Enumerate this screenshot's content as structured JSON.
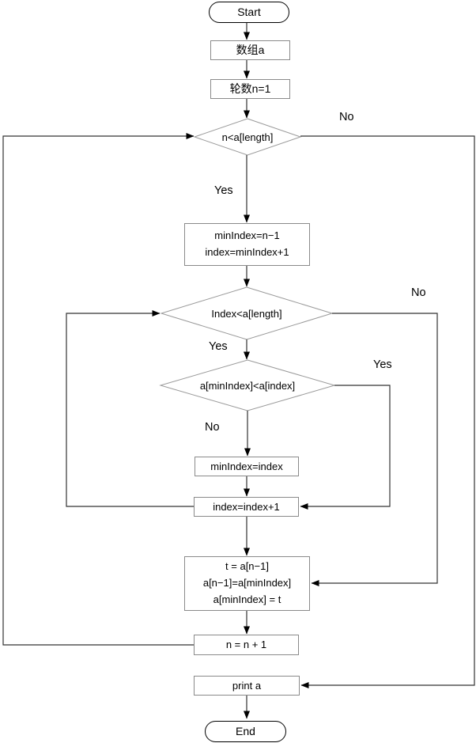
{
  "diagram": {
    "nodes": {
      "start": {
        "label": "Start"
      },
      "array_input": {
        "label": "数组a"
      },
      "round_init": {
        "label": "轮数n=1"
      },
      "outer_cond": {
        "label": "n<a[length]"
      },
      "min_init": {
        "lines": [
          "minIndex=n−1",
          "index=minIndex+1"
        ]
      },
      "inner_cond": {
        "label": "Index<a[length]"
      },
      "compare_cond": {
        "label": "a[minIndex]<a[index]"
      },
      "min_update": {
        "label": "minIndex=index"
      },
      "index_inc": {
        "label": "index=index+1"
      },
      "swap": {
        "lines": [
          "t = a[n−1]",
          "a[n−1]=a[minIndex]",
          "a[minIndex] = t"
        ]
      },
      "round_inc": {
        "label": "n = n + 1"
      },
      "print_a": {
        "label": "print a"
      },
      "end": {
        "label": "End"
      }
    },
    "edge_labels": {
      "outer_no": "No",
      "outer_yes": "Yes",
      "inner_yes": "Yes",
      "inner_no": "No",
      "compare_yes": "Yes",
      "compare_no": "No"
    },
    "colors": {
      "background": "#ffffff",
      "connector": "#333333",
      "arrowhead": "#000000",
      "rect_border": "#8a8a8a",
      "diamond_border": "#9a9a9a",
      "terminator_border": "#000000",
      "text": "#000000"
    }
  }
}
